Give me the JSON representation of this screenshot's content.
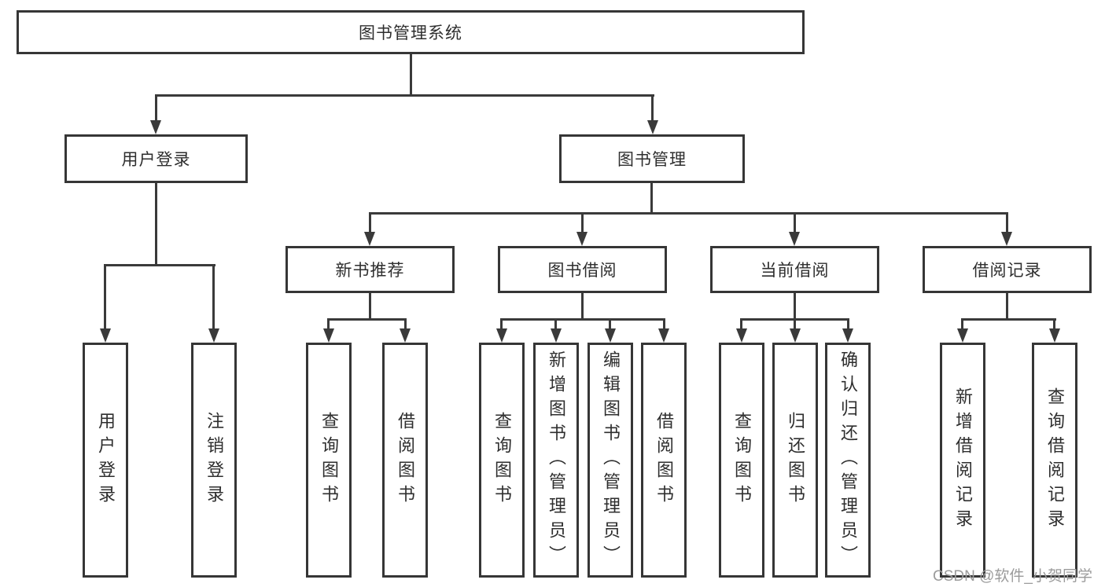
{
  "root": {
    "label": "图书管理系统"
  },
  "level2": {
    "user_login": {
      "label": "用户登录"
    },
    "book_mgmt": {
      "label": "图书管理"
    }
  },
  "level3": {
    "new_book_rec": {
      "label": "新书推荐"
    },
    "book_borrow": {
      "label": "图书借阅"
    },
    "current_borrow": {
      "label": "当前借阅"
    },
    "borrow_records": {
      "label": "借阅记录"
    }
  },
  "leaves": {
    "user_login": {
      "label": "用户登录"
    },
    "logout": {
      "label": "注销登录"
    },
    "query_books_1": {
      "label": "查询图书"
    },
    "borrow_books_1": {
      "label": "借阅图书"
    },
    "query_books_2": {
      "label": "查询图书"
    },
    "add_books_admin": {
      "label": "新增图书（管理员）"
    },
    "edit_books_admin": {
      "label": "编辑图书（管理员）"
    },
    "borrow_books_2": {
      "label": "借阅图书"
    },
    "query_books_3": {
      "label": "查询图书"
    },
    "return_books": {
      "label": "归还图书"
    },
    "confirm_return_admin": {
      "label": "确认归还（管理员）"
    },
    "add_borrow_record": {
      "label": "新增借阅记录"
    },
    "query_borrow_record": {
      "label": "查询借阅记录"
    }
  },
  "watermark": "CSDN @软件_小贺同学",
  "colors": {
    "line": "#3a3a3a",
    "text": "#2e2e2e",
    "watermark": "#9b9b9b",
    "background": "#ffffff"
  }
}
